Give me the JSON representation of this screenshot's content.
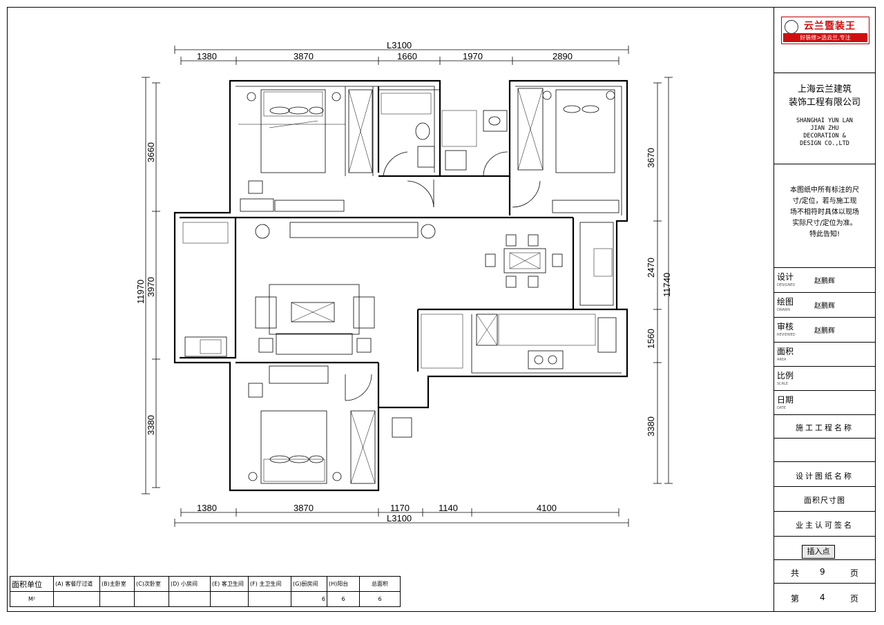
{
  "dimensions": {
    "top_total": "L3100",
    "top_segments": [
      "1380",
      "3870",
      "1660",
      "1970",
      "2890"
    ],
    "bottom_total": "L3100",
    "bottom_segments": [
      "1380",
      "3870",
      "1170",
      "1140",
      "4100"
    ],
    "left_total": "11970",
    "left_segments": [
      "3660",
      "3970",
      "3380"
    ],
    "right_total": "11740",
    "right_segments": [
      "3670",
      "2470",
      "1560",
      "3380"
    ]
  },
  "title_block": {
    "logo_text": "云兰暨装王",
    "logo_tagline": "好装修>选云兰,专注",
    "company_cn_1": "上海云兰建筑",
    "company_cn_2": "装饰工程有限公司",
    "company_en_1": "SHANGHAI YUN LAN",
    "company_en_2": "JIAN ZHU",
    "company_en_3": "DECORATION &",
    "company_en_4": "DESIGN CO.,LTD",
    "note_1": "本图纸中所有标注的尺",
    "note_2": "寸/定位，若与施工现",
    "note_3": "场不相符时具体以现场",
    "note_4": "实际尺寸/定位为准。",
    "note_5": "特此告知!",
    "designed_label": "设计",
    "designed_en": "DESIGNED",
    "designed_value": "赵鹏辉",
    "drawn_label": "绘图",
    "drawn_en": "DRAWN",
    "drawn_value": "赵鹏辉",
    "reviewed_label": "审核",
    "reviewed_en": "REVIEWED",
    "reviewed_value": "赵鹏辉",
    "area_label": "面积",
    "area_en": "AREA",
    "scale_label": "比例",
    "scale_en": "SCALE",
    "date_label": "日期",
    "date_en": "DATE",
    "project_name_label": "施工工程名称",
    "drawing_name_label": "设计图纸名称",
    "drawing_name_value": "面积尺寸图",
    "owner_sign_label": "业主认可签名",
    "insert_point": "插入点",
    "total_label": "共",
    "total_value": "9",
    "total_unit": "页",
    "page_label": "第",
    "page_value": "4",
    "page_unit": "页"
  },
  "area_table": {
    "header": [
      "面积单位",
      "(A) 客餐厅过道",
      "(B)主卧室",
      "(C)次卧室",
      "(D) 小房间",
      "(E) 客卫生间",
      "(F) 主卫生间",
      "(G)厨房间",
      "(H)阳台",
      "总面积"
    ],
    "values": [
      "M²",
      "",
      "",
      "",
      "",
      "",
      "",
      "6",
      "6",
      "6"
    ]
  }
}
